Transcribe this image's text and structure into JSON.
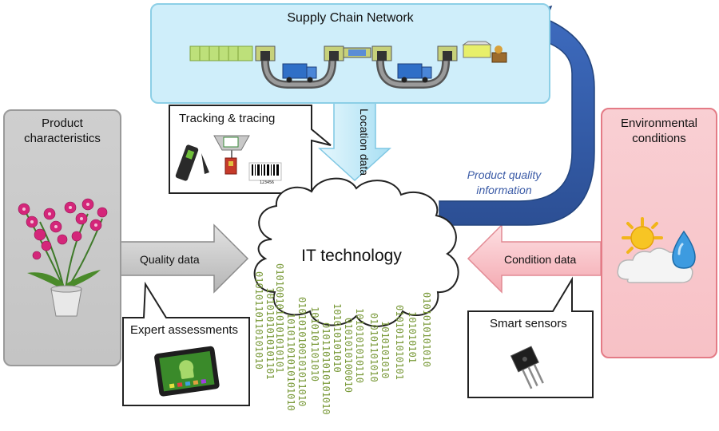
{
  "supply_chain": {
    "title": "Supply Chain Network"
  },
  "tracking": {
    "label": "Tracking & tracing",
    "barcode_number": "123456"
  },
  "location": {
    "label": "Location data"
  },
  "product": {
    "title": "Product characteristics"
  },
  "environment": {
    "title": "Environmental conditions"
  },
  "quality_arrow": {
    "label": "Quality data"
  },
  "condition_arrow": {
    "label": "Condition data"
  },
  "product_quality": {
    "label": "Product quality information"
  },
  "expert": {
    "label": "Expert assessments"
  },
  "sensors": {
    "label": "Smart sensors"
  },
  "it": {
    "label": "IT technology"
  },
  "binary_streams": [
    "01010110110101010",
    "1010101010101101",
    "0101001010101010101",
    "10101101010101010",
    "0101010100101011010",
    "1010101101010",
    "0101101010101010",
    "101010101010",
    "0101010100010",
    "1010101010110",
    "010101101010",
    "1010101010",
    "0101011010101",
    "101010101",
    "0101010101010"
  ],
  "colors": {
    "supply_box": "#cfeefa",
    "product_panel": "#c9c9c9",
    "env_panel": "#f7c1c6",
    "blue_arrow": "#2d58a6",
    "binary_text": "#7a9a3a"
  }
}
